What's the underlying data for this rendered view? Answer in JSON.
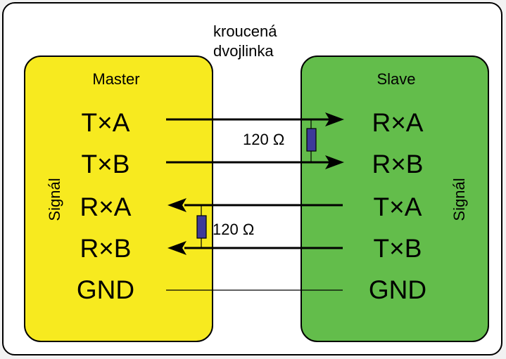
{
  "colors": {
    "master_fill": "#f7ea1f",
    "slave_fill": "#63bd4b",
    "resistor_fill": "#3d3a9a",
    "frame_bg": "#ffffff"
  },
  "twisted_pair_label": [
    "kroucená",
    "dvojlinka"
  ],
  "master": {
    "title": "Master",
    "side_label": "Signál",
    "signals": [
      "T×A",
      "T×B",
      "R×A",
      "R×B",
      "GND"
    ]
  },
  "slave": {
    "title": "Slave",
    "side_label": "Signál",
    "signals": [
      "R×A",
      "R×B",
      "T×A",
      "T×B",
      "GND"
    ]
  },
  "resistors": [
    {
      "label": "120 Ω",
      "between": [
        "Master T×A/T×B",
        "Slave R×A/R×B"
      ]
    },
    {
      "label": "120 Ω",
      "between": [
        "Master R×A/R×B",
        "Slave T×A/T×B"
      ]
    }
  ]
}
